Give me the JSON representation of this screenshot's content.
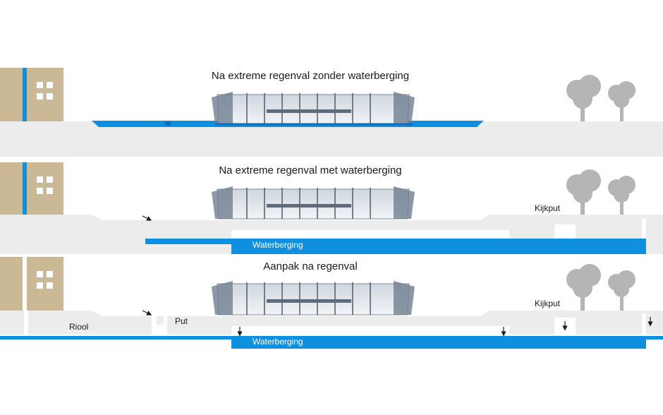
{
  "colors": {
    "water": "#0f8fe0",
    "ground": "#ececec",
    "building": "#cbb894",
    "tree": "#b5b5b5",
    "glass": "#8a9aac",
    "text": "#1a1a1a"
  },
  "icons": [
    "building-icon",
    "tree-icon",
    "arrow-down-icon",
    "arrow-flow-icon",
    "station-canopy-icon"
  ],
  "panels": [
    {
      "title": "Na extreme regenval zonder waterberging",
      "labels": {}
    },
    {
      "title": "Na extreme regenval met waterberging",
      "labels": {
        "waterberging": "Waterberging",
        "kijkput": "Kijkput"
      }
    },
    {
      "title": "Aanpak na regenval",
      "labels": {
        "riool": "Riool",
        "put": "Put",
        "waterberging": "Waterberging",
        "kijkput": "Kijkput"
      }
    }
  ]
}
